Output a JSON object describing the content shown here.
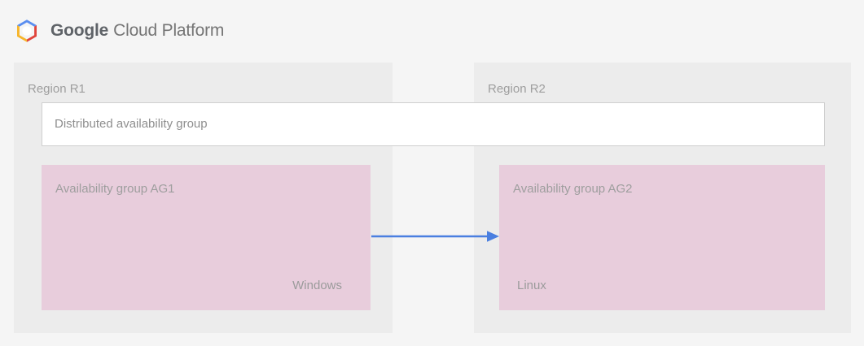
{
  "brand": {
    "logo_icon": "google-cloud-platform-logo-icon",
    "name_bold": "Google",
    "name_rest": "Cloud Platform",
    "logo_colors": {
      "blue": "#4285F4",
      "red": "#DB4437",
      "yellow": "#F4B400",
      "center": "#FFFFFF"
    }
  },
  "diagram": {
    "type": "architecture-diagram",
    "background": "#f5f5f5",
    "panel_background": "#ececec",
    "regions": [
      {
        "id": "r1",
        "label": "Region R1",
        "availability_group": {
          "title": "Availability group AG1",
          "os": "Windows",
          "color": "#e8cddc"
        }
      },
      {
        "id": "r2",
        "label": "Region R2",
        "availability_group": {
          "title": "Availability group AG2",
          "os": "Linux",
          "color": "#e8cddc"
        }
      }
    ],
    "distributed_group": {
      "label": "Distributed availability group",
      "background": "#ffffff",
      "border_color": "#cfcfcf"
    },
    "connector": {
      "name": "replication-arrow",
      "direction": "left-to-right",
      "from": "Availability group AG1",
      "to": "Availability group AG2",
      "color": "#4a7fe0"
    }
  }
}
